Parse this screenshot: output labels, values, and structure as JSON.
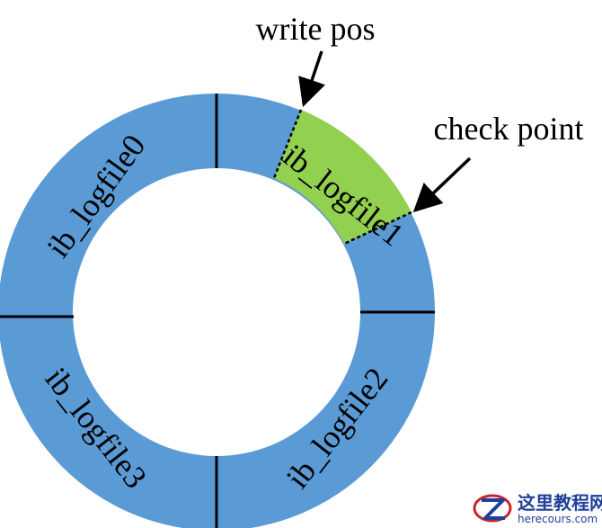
{
  "ring": {
    "base_color": "#5b9bd5",
    "highlight_color": "#92d050",
    "divider_color": "#000000"
  },
  "segments": [
    {
      "label": "ib_logfile0"
    },
    {
      "label": "ib_logfile1"
    },
    {
      "label": "ib_logfile2"
    },
    {
      "label": "ib_logfile3"
    }
  ],
  "callouts": {
    "write_pos": "write pos",
    "check_point": "check point"
  },
  "watermark": {
    "title": "这里教程网",
    "url": "herecours.com"
  }
}
